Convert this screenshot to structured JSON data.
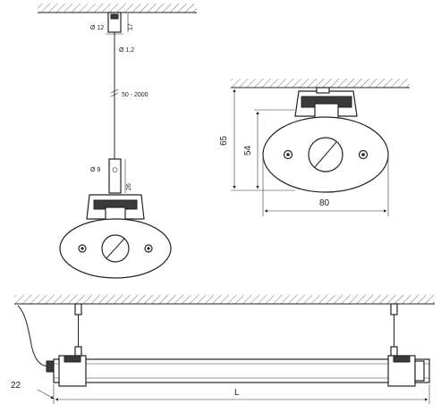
{
  "dimensions": {
    "cap_diameter": "Ø 12",
    "cap_height": "17",
    "wire_diameter": "Ø 1,2",
    "suspension_length": "50 - 2000",
    "clamp_diameter": "Ø 9",
    "clamp_height": "26",
    "overall_height": "65",
    "body_height": "54",
    "body_width": "80",
    "end_offset": "22",
    "length": "L"
  }
}
